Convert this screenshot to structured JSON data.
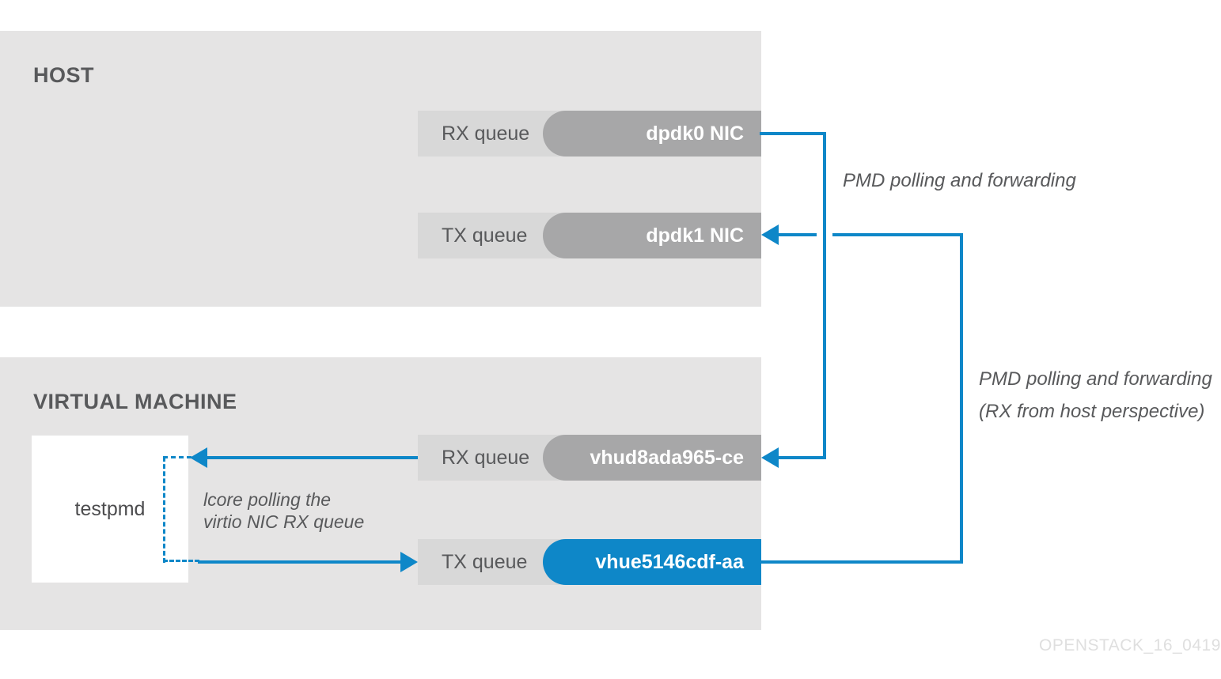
{
  "colors": {
    "accent_blue": "#0e87c8",
    "pill_gray": "#a7a7a8",
    "panel_gray": "#e5e4e4",
    "row_strip_gray": "#d8d8d8",
    "text_gray": "#58595b",
    "watermark_gray": "#dfdfdf"
  },
  "host": {
    "title": "HOST",
    "rows": [
      {
        "label": "RX queue",
        "pill": "dpdk0 NIC"
      },
      {
        "label": "TX queue",
        "pill": "dpdk1 NIC"
      }
    ]
  },
  "vm": {
    "title": "VIRTUAL MACHINE",
    "app_box": "testpmd",
    "rows": [
      {
        "label": "RX queue",
        "pill": "vhud8ada965-ce"
      },
      {
        "label": "TX queue",
        "pill": "vhue5146cdf-aa"
      }
    ]
  },
  "annotations": {
    "pmd_top": "PMD polling and forwarding",
    "pmd_right_line1": "PMD polling and forwarding",
    "pmd_right_line2": "(RX from host perspective)",
    "lcore_line1": "lcore polling the",
    "lcore_line2": "virtio NIC RX queue"
  },
  "watermark": "OPENSTACK_16_0419"
}
